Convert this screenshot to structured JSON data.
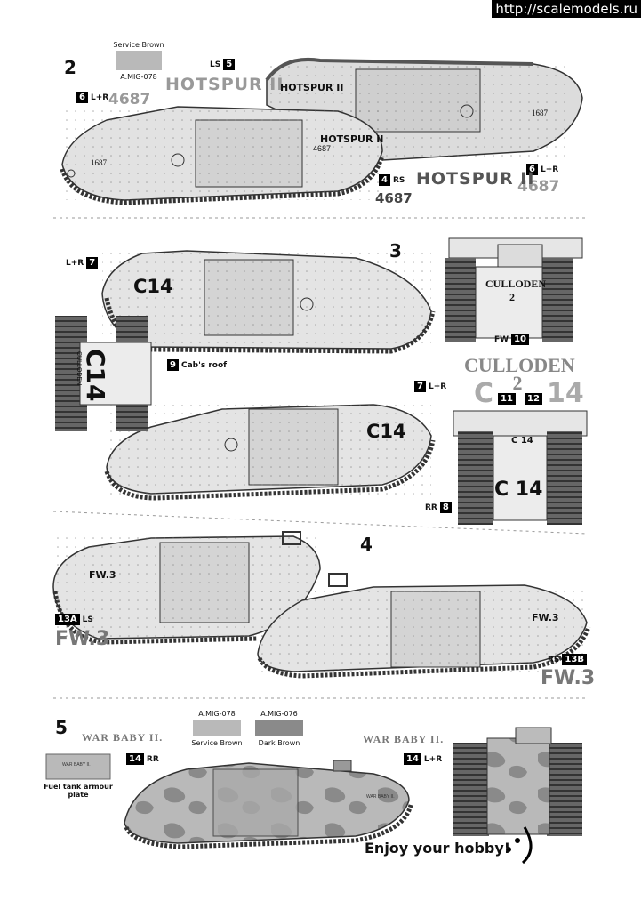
{
  "watermark": "http://scalemodels.ru",
  "sections": {
    "s2": "2",
    "s3": "3",
    "s4": "4",
    "s5": "5"
  },
  "s2": {
    "swatch_title": "Service Brown",
    "swatch_code": "A.MIG-078",
    "tag5": {
      "num": "5",
      "side": "LS"
    },
    "tag6a": {
      "num": "6",
      "side": "L+R"
    },
    "tag6b": {
      "num": "6",
      "side": "L+R"
    },
    "tag4": {
      "num": "4",
      "side": "RS"
    },
    "hotspur_top": "HOTSPUR II",
    "num_top": "4687",
    "hotspur_bottom": "HOTSPUR II",
    "num_bottom": "4687",
    "num_right": "4687",
    "hull_top_name": "HOTSPUR II",
    "hull_front_name": "HOTSPUR II",
    "hull_front_num": "4687",
    "hull_rear_num": "1687",
    "hull_back_num": "1687"
  },
  "s3": {
    "tag7a": {
      "num": "7",
      "side": "L+R"
    },
    "tag7b": {
      "num": "7",
      "side": "L+R"
    },
    "tag9": {
      "num": "9",
      "label": "Cab's roof"
    },
    "tag10": {
      "side": "FW",
      "num": "10"
    },
    "tag11": "11",
    "tag12": "12",
    "tag8": {
      "side": "RR",
      "num": "8"
    },
    "c14_left": "C14",
    "c14_right": "C14",
    "c14_roof": "C14",
    "culloden_big": "CULLODEN",
    "culloden_big_num": "2",
    "culloden_small": "CULLODEN",
    "culloden_small_num": "2",
    "c_grey": "C",
    "n14_grey": "14",
    "rear_c14": "C 14",
    "rear_c14_small": "C 14",
    "roof_culloden": "CULLODEN"
  },
  "s4": {
    "tag13a": {
      "num": "13A",
      "side": "LS"
    },
    "tag13b": {
      "side": "RS",
      "num": "13B"
    },
    "fw3_left": "FW.3",
    "fw3_hull_left": "FW.3",
    "fw3_right": "FW.3",
    "fw3_hull_right": "FW.3"
  },
  "s5": {
    "swatch1": {
      "code": "A.MIG-078",
      "name": "Service Brown",
      "color": "#b9b9b9"
    },
    "swatch2": {
      "code": "A.MIG-076",
      "name": "Dark Brown",
      "color": "#8a8a8a"
    },
    "title_left": "WAR BABY II.",
    "title_right": "WAR BABY II.",
    "tag14a": {
      "num": "14",
      "side": "RR"
    },
    "tag14b": {
      "num": "14",
      "side": "L+R"
    },
    "plate_text": "WAR BABY II.",
    "plate_label": "Fuel tank armour plate",
    "hull_text": "WAR BABY II.",
    "enjoy": "Enjoy your hobby!"
  }
}
